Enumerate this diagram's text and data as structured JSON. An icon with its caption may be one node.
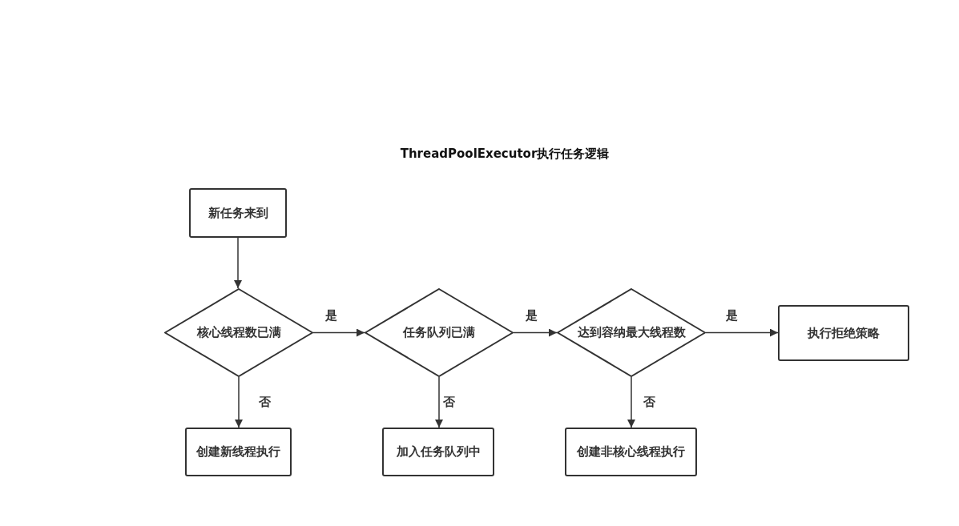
{
  "diagram": {
    "title": "ThreadPoolExecutor执行任务逻辑",
    "nodes": [
      {
        "text": [
          "新任务来到"
        ]
      },
      {
        "text": [
          "核心线程数已满"
        ]
      },
      {
        "text": [
          "任务队列已满"
        ]
      },
      {
        "text": [
          "达到容纳最大线程数"
        ]
      },
      {
        "text": [
          "执行拒绝策略"
        ]
      },
      {
        "text": [
          "创建新线程执行"
        ]
      },
      {
        "text": [
          "加入任务队列中"
        ]
      },
      {
        "text": [
          "创建非核心线程执行"
        ]
      }
    ],
    "edges": [
      {
        "from": 0,
        "to": 1,
        "arrow": "to"
      },
      {
        "from": 1,
        "to": 2,
        "arrow": "to",
        "label": "是"
      },
      {
        "from": 2,
        "to": 3,
        "arrow": "to",
        "label": "是"
      },
      {
        "from": 3,
        "to": 4,
        "arrow": "to",
        "label": "是"
      },
      {
        "from": 1,
        "to": 5,
        "arrow": "to",
        "label": "否"
      },
      {
        "from": 2,
        "to": 6,
        "arrow": "to",
        "label": "否"
      },
      {
        "from": 3,
        "to": 7,
        "arrow": "to",
        "label": "否"
      }
    ]
  }
}
